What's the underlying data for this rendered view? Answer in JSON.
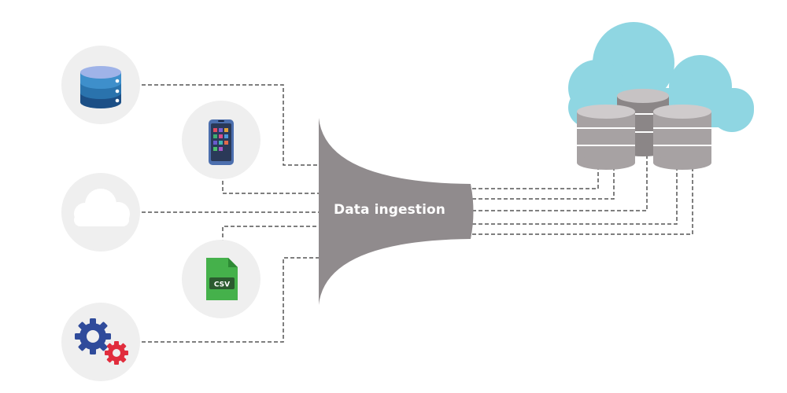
{
  "diagram": {
    "center_label": "Data ingestion",
    "csv_badge": "CSV",
    "colors": {
      "funnel": "#908b8d",
      "connector": "#555555",
      "circle_bg": "#efefef",
      "cloud_bg": "#8fd6e2",
      "db_gray": "#a7a2a3",
      "db_blue": "#2f7fb4",
      "gear_blue": "#2f4b9b",
      "gear_red": "#e12d3d",
      "csv_green": "#45b14b"
    },
    "sources": [
      {
        "name": "database",
        "icon": "database-icon"
      },
      {
        "name": "mobile",
        "icon": "smartphone-icon"
      },
      {
        "name": "cloud",
        "icon": "cloud-icon"
      },
      {
        "name": "csv-file",
        "icon": "csv-file-icon"
      },
      {
        "name": "settings",
        "icon": "gears-icon"
      }
    ],
    "destination": {
      "name": "cloud-data-storage",
      "icon": "cloud-database-icon"
    }
  }
}
